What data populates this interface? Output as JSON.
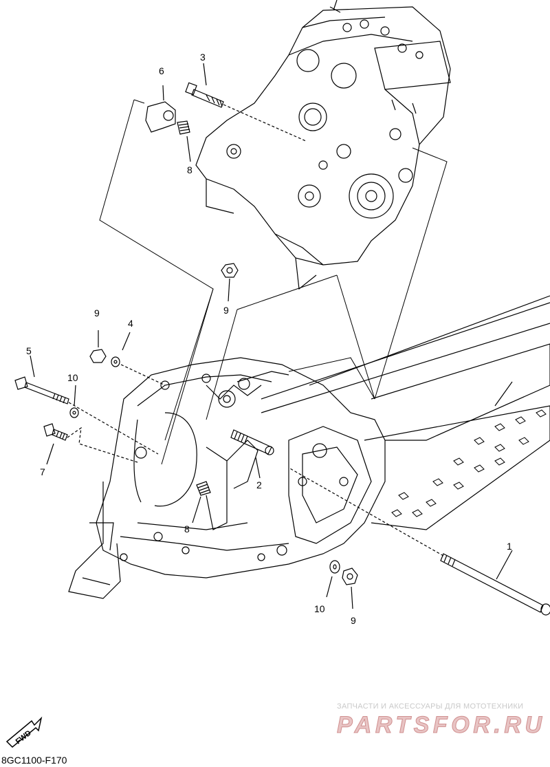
{
  "callouts": {
    "c1": "1",
    "c2": "2",
    "c3": "3",
    "c4": "4",
    "c5": "5",
    "c6": "6",
    "c7": "7",
    "c8a": "8",
    "c8b": "8",
    "c9a": "9",
    "c9b": "9",
    "c9c": "9",
    "c10a": "10",
    "c10b": "10"
  },
  "fwd_label": "FWD",
  "diagram_code": "8GC1100-F170",
  "watermark": {
    "tagline": "ЗАПЧАСТИ И АКСЕССУАРЫ ДЛЯ МОТОТЕХНИКИ",
    "brand": "PARTSFOR.RU"
  },
  "colors": {
    "line": "#000000",
    "watermark": "#d9a0a0",
    "background": "#ffffff"
  }
}
